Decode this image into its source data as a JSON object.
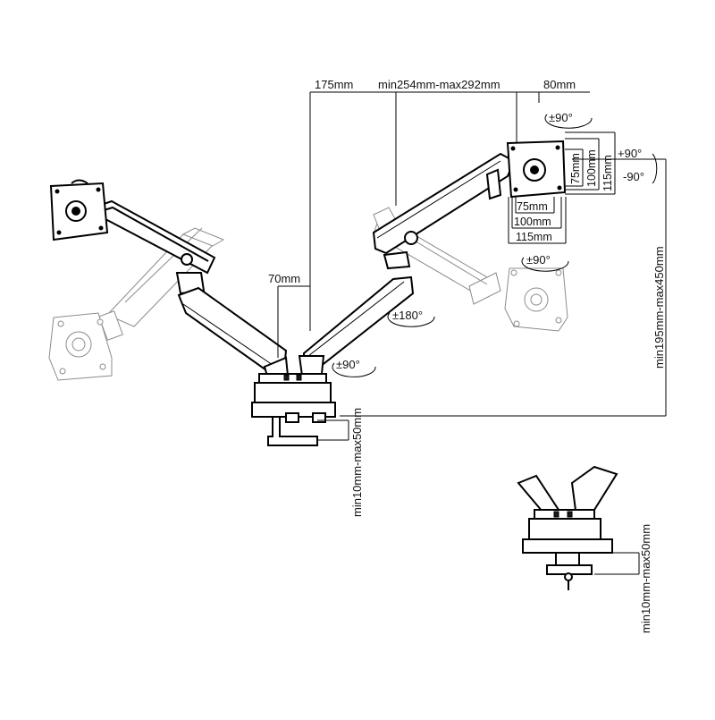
{
  "dimensions": {
    "left_offset": "175mm",
    "arm_range": "min254mm-max292mm",
    "right_offset": "80mm",
    "post_offset": "70mm",
    "height_range": "min195mm-max450mm",
    "clamp_range_main": "min10mm-max50mm",
    "clamp_range_grommet": "min10mm-max50mm",
    "vesa_75_v": "75mm",
    "vesa_100_v": "100mm",
    "vesa_115_v": "115mm",
    "vesa_75_h": "75mm",
    "vesa_100_h": "100mm",
    "vesa_115_h": "115mm"
  },
  "rotations": {
    "tilt_top": "±90°",
    "tilt_plus": "+90°",
    "tilt_minus": "-90°",
    "swivel_head": "±90°",
    "arm_swivel": "±180°",
    "base_swivel": "±90°"
  },
  "colors": {
    "line": "#000000",
    "ghost": "#8c8c8c",
    "text": "#111111"
  }
}
